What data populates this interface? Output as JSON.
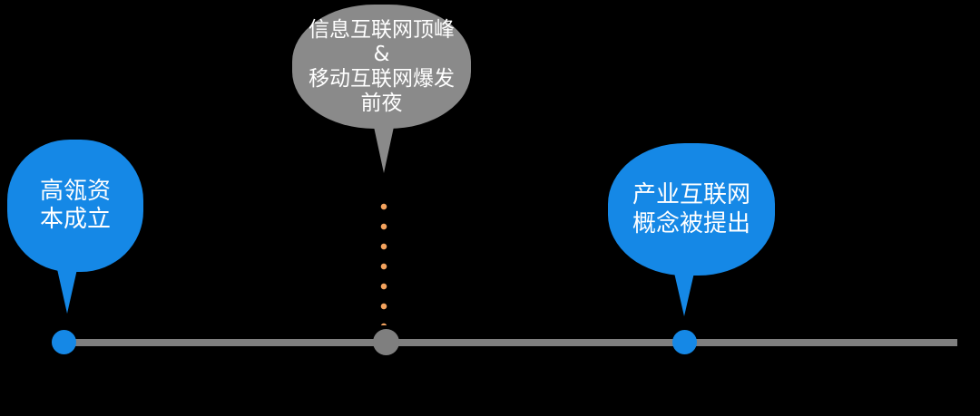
{
  "diagram": {
    "type": "timeline-infographic",
    "background_color": "#000000",
    "axis_color": "#7F7F7F",
    "connector_style": "vertical-dotted",
    "connector_color": "#F2A25E",
    "events": [
      {
        "position": "left",
        "bubble_color": "#1588E6",
        "dot_color": "#1588E6",
        "lines": [
          "高瓴资",
          "本成立"
        ]
      },
      {
        "position": "center",
        "bubble_color": "#8A8A8A",
        "dot_color": "#7F7F7F",
        "lines": [
          "信息互联网顶峰",
          "&",
          "移动互联网爆发",
          "前夜"
        ]
      },
      {
        "position": "right",
        "bubble_color": "#1588E6",
        "dot_color": "#1588E6",
        "lines": [
          "产业互联网",
          "概念被提出"
        ]
      }
    ]
  }
}
